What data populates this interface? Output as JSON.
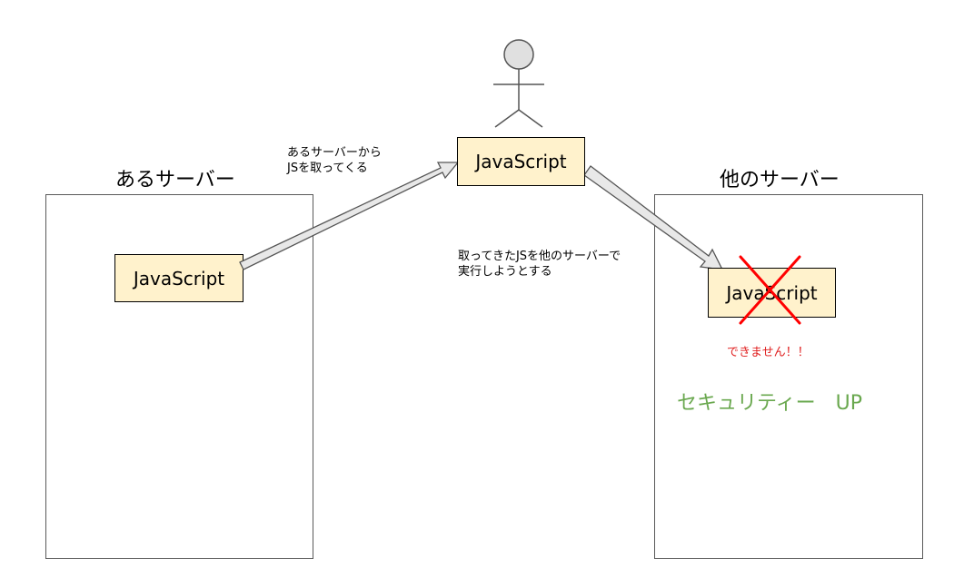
{
  "source_server": {
    "title": "あるサーバー",
    "script_label": "JavaScript"
  },
  "user": {
    "script_label": "JavaScript"
  },
  "other_server": {
    "title": "他のサーバー",
    "script_label": "JavaScript",
    "blocked_text": "できません！！",
    "security_text": "セキュリティー　UP"
  },
  "notes": {
    "fetch_line1": "あるサーバーから",
    "fetch_line2": "JSを取ってくる",
    "execute_line1": "取ってきたJSを他のサーバーで",
    "execute_line2": "実行しようとする"
  },
  "colors": {
    "script_fill": "#fff2cc",
    "cross": "#ff0000",
    "blocked_text": "#e02020",
    "security_text": "#6aa84f",
    "arrow_fill": "#e8e8e8",
    "person_fill": "#e0e0e0"
  },
  "icons": {
    "person": "stick-figure-icon",
    "blocked": "cross-icon"
  }
}
